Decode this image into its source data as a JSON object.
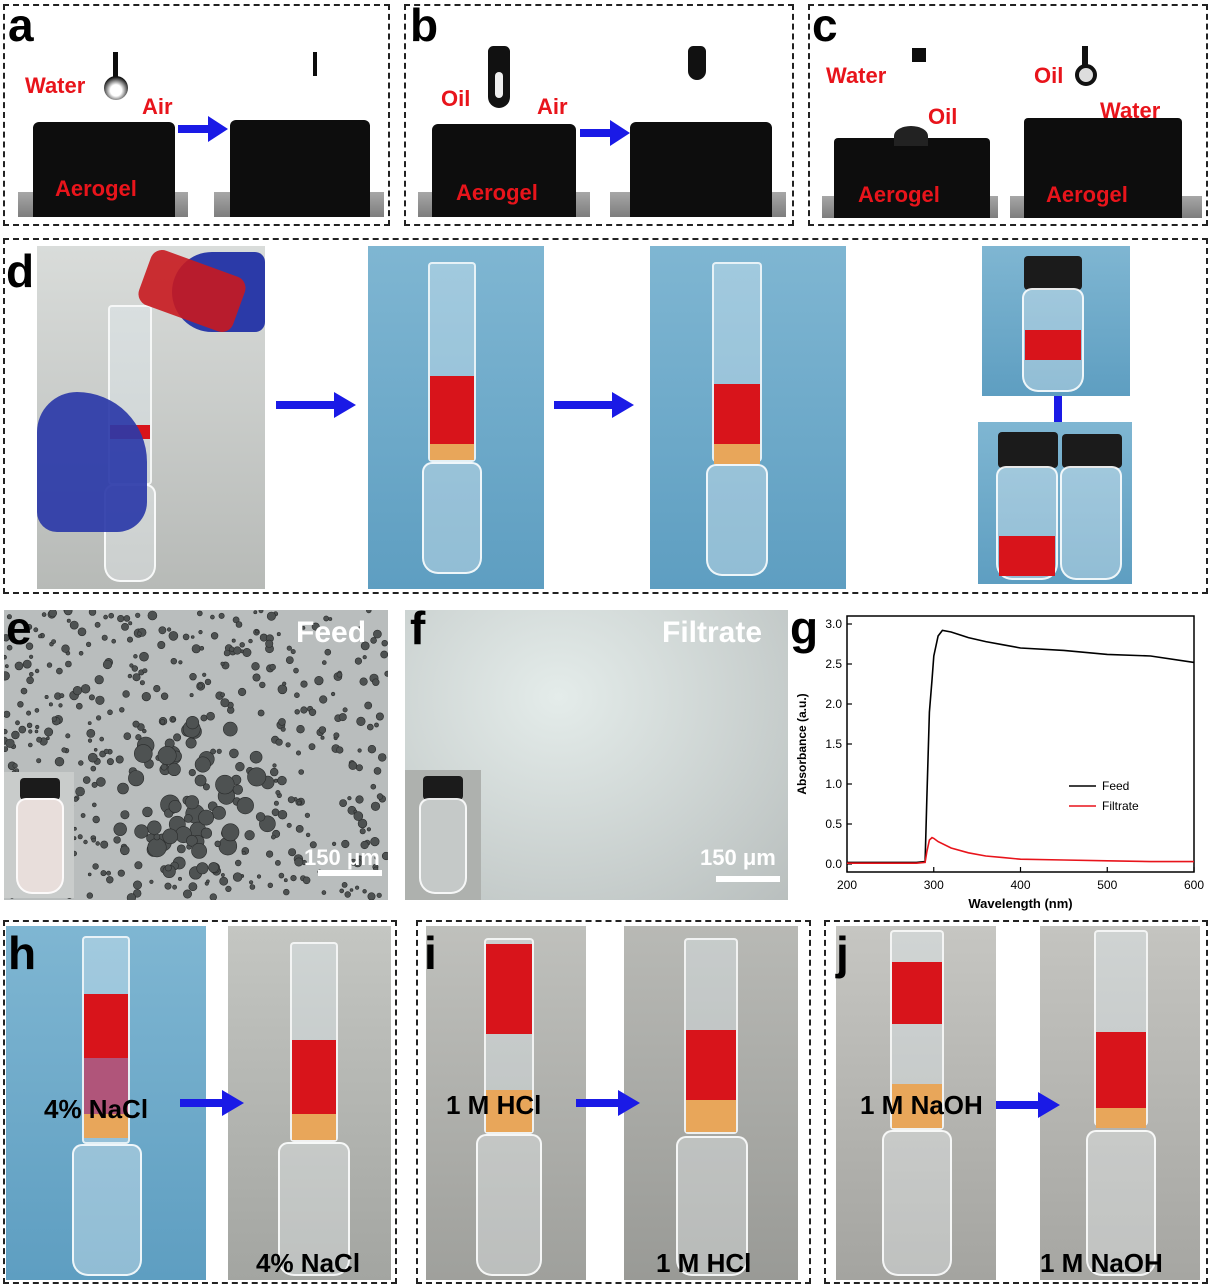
{
  "panel_labels": [
    "a",
    "b",
    "c",
    "d",
    "e",
    "f",
    "g",
    "h",
    "i",
    "j"
  ],
  "panel_a": {
    "water": "Water",
    "air": "Air",
    "aerogel_1": "Aerogel"
  },
  "panel_b": {
    "oil": "Oil",
    "air": "Air",
    "aerogel_1": "Aerogel"
  },
  "panel_c": {
    "water": "Water",
    "oil_1": "Oil",
    "oil_2": "Oil",
    "water_2": "Water",
    "aerogel_1": "Aerogel",
    "aerogel_2": "Aerogel"
  },
  "panel_e": {
    "title": "Feed",
    "scale": "150 μm"
  },
  "panel_f": {
    "title": "Filtrate",
    "scale": "150 μm"
  },
  "panel_h": {
    "label_left": "4% NaCl",
    "label_right": "4% NaCl"
  },
  "panel_i": {
    "label_left": "1 M HCl",
    "label_right": "1 M HCl"
  },
  "panel_j": {
    "label_left": "1 M NaOH",
    "label_right": "1 M NaOH"
  },
  "colors": {
    "red_label": "#e8141b",
    "arrow": "#1a1ae6",
    "feed_line": "#000000",
    "filtrate_line": "#e8141b"
  },
  "chart_data": {
    "type": "line",
    "xlabel": "Wavelength (nm)",
    "ylabel": "Absorbance (a.u.)",
    "xlim": [
      200,
      600
    ],
    "ylim": [
      -0.1,
      3.1
    ],
    "xticks": [
      200,
      300,
      400,
      500,
      600
    ],
    "yticks": [
      0.0,
      0.5,
      1.0,
      1.5,
      2.0,
      2.5,
      3.0
    ],
    "legend_position": "center-right",
    "series": [
      {
        "name": "Feed",
        "color": "#000000",
        "x": [
          200,
          280,
          290,
          292,
          295,
          298,
          300,
          305,
          310,
          320,
          340,
          360,
          380,
          400,
          450,
          500,
          550,
          600
        ],
        "y": [
          0.02,
          0.02,
          0.03,
          0.8,
          1.9,
          2.3,
          2.6,
          2.85,
          2.92,
          2.9,
          2.83,
          2.78,
          2.74,
          2.7,
          2.67,
          2.62,
          2.6,
          2.52
        ]
      },
      {
        "name": "Filtrate",
        "color": "#e8141b",
        "x": [
          200,
          280,
          290,
          292,
          295,
          298,
          300,
          305,
          320,
          340,
          360,
          380,
          400,
          450,
          500,
          550,
          600
        ],
        "y": [
          0.01,
          0.01,
          0.02,
          0.15,
          0.3,
          0.33,
          0.32,
          0.28,
          0.2,
          0.14,
          0.1,
          0.08,
          0.06,
          0.05,
          0.04,
          0.03,
          0.03
        ]
      }
    ]
  }
}
